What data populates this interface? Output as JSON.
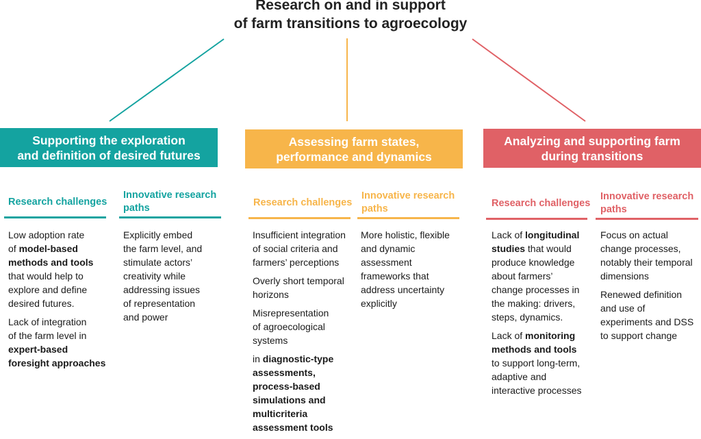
{
  "title": {
    "line1": "Research on and in support",
    "line2": "of farm transitions to agroecology"
  },
  "colors": {
    "teal": "#14a3a0",
    "yellow": "#f7b54a",
    "red": "#e06166"
  },
  "columns": [
    {
      "banner": [
        "Supporting the exploration",
        "and definition of desired futures"
      ],
      "challenges_heading": [
        "Research challenges"
      ],
      "paths_heading": [
        "Innovative research",
        "paths"
      ],
      "challenges": [
        [
          [
            {
              "t": "Low adoption rate"
            }
          ],
          [
            {
              "t": "of "
            },
            {
              "t": "model-based",
              "b": true
            }
          ],
          [
            {
              "t": "methods and tools",
              "b": true
            }
          ],
          [
            {
              "t": "that would help to"
            }
          ],
          [
            {
              "t": "explore and define"
            }
          ],
          [
            {
              "t": "desired futures."
            }
          ]
        ],
        [
          [
            {
              "t": "Lack of integration"
            }
          ],
          [
            {
              "t": "of the farm level in"
            }
          ],
          [
            {
              "t": "expert-based",
              "b": true
            }
          ],
          [
            {
              "t": "foresight approaches",
              "b": true
            }
          ]
        ]
      ],
      "paths": [
        [
          [
            {
              "t": "Explicitly embed"
            }
          ],
          [
            {
              "t": "the farm level, and"
            }
          ],
          [
            {
              "t": "stimulate  actors’"
            }
          ],
          [
            {
              "t": "creativity while"
            }
          ],
          [
            {
              "t": "addressing issues"
            }
          ],
          [
            {
              "t": "of representation"
            }
          ],
          [
            {
              "t": "and power"
            }
          ]
        ]
      ]
    },
    {
      "banner": [
        "Assessing farm states,",
        "performance and dynamics"
      ],
      "challenges_heading": [
        "Research challenges"
      ],
      "paths_heading": [
        "Innovative research",
        "paths"
      ],
      "challenges": [
        [
          [
            {
              "t": "Insufficient integration"
            }
          ],
          [
            {
              "t": "of social criteria and"
            }
          ],
          [
            {
              "t": "farmers’ perceptions"
            }
          ]
        ],
        [
          [
            {
              "t": "Overly short temporal"
            }
          ],
          [
            {
              "t": "horizons"
            }
          ]
        ],
        [
          [
            {
              "t": "Misrepresentation"
            }
          ],
          [
            {
              "t": "of agroecological"
            }
          ],
          [
            {
              "t": "systems"
            }
          ]
        ],
        [
          [
            {
              "t": "in "
            },
            {
              "t": "diagnostic-type",
              "b": true
            }
          ],
          [
            {
              "t": "assessments,",
              "b": true
            }
          ],
          [
            {
              "t": "process-based",
              "b": true
            }
          ],
          [
            {
              "t": "simulations and",
              "b": true
            }
          ],
          [
            {
              "t": "multicriteria",
              "b": true
            }
          ],
          [
            {
              "t": "assessment tools",
              "b": true
            }
          ]
        ]
      ],
      "paths": [
        [
          [
            {
              "t": "More holistic, flexible"
            }
          ],
          [
            {
              "t": "and dynamic"
            }
          ],
          [
            {
              "t": "assessment"
            }
          ],
          [
            {
              "t": "frameworks that"
            }
          ],
          [
            {
              "t": "address uncertainty"
            }
          ],
          [
            {
              "t": "explicitly"
            }
          ]
        ]
      ]
    },
    {
      "banner": [
        "Analyzing and supporting farm",
        "during transitions"
      ],
      "challenges_heading": [
        "Research challenges"
      ],
      "paths_heading": [
        "Innovative research",
        "paths"
      ],
      "challenges": [
        [
          [
            {
              "t": "Lack of "
            },
            {
              "t": "longitudinal",
              "b": true
            }
          ],
          [
            {
              "t": "studies",
              "b": true
            },
            {
              "t": " that would"
            }
          ],
          [
            {
              "t": "produce knowledge"
            }
          ],
          [
            {
              "t": "about farmers’"
            }
          ],
          [
            {
              "t": "change processes in"
            }
          ],
          [
            {
              "t": "the making: drivers,"
            }
          ],
          [
            {
              "t": "steps, dynamics."
            }
          ]
        ],
        [
          [
            {
              "t": " Lack of "
            },
            {
              "t": "monitoring",
              "b": true
            }
          ],
          [
            {
              "t": "methods and tools",
              "b": true
            }
          ],
          [
            {
              "t": "to support long-term,"
            }
          ],
          [
            {
              "t": "adaptive and"
            }
          ],
          [
            {
              "t": "interactive processes"
            }
          ]
        ]
      ],
      "paths": [
        [
          [
            {
              "t": "Focus on actual"
            }
          ],
          [
            {
              "t": "change processes,"
            }
          ],
          [
            {
              "t": "notably their temporal"
            }
          ],
          [
            {
              "t": "dimensions"
            }
          ]
        ],
        [
          [
            {
              "t": "Renewed definition"
            }
          ],
          [
            {
              "t": "and use of"
            }
          ],
          [
            {
              "t": "experiments and DSS"
            }
          ],
          [
            {
              "t": "to support change"
            }
          ]
        ]
      ]
    }
  ]
}
